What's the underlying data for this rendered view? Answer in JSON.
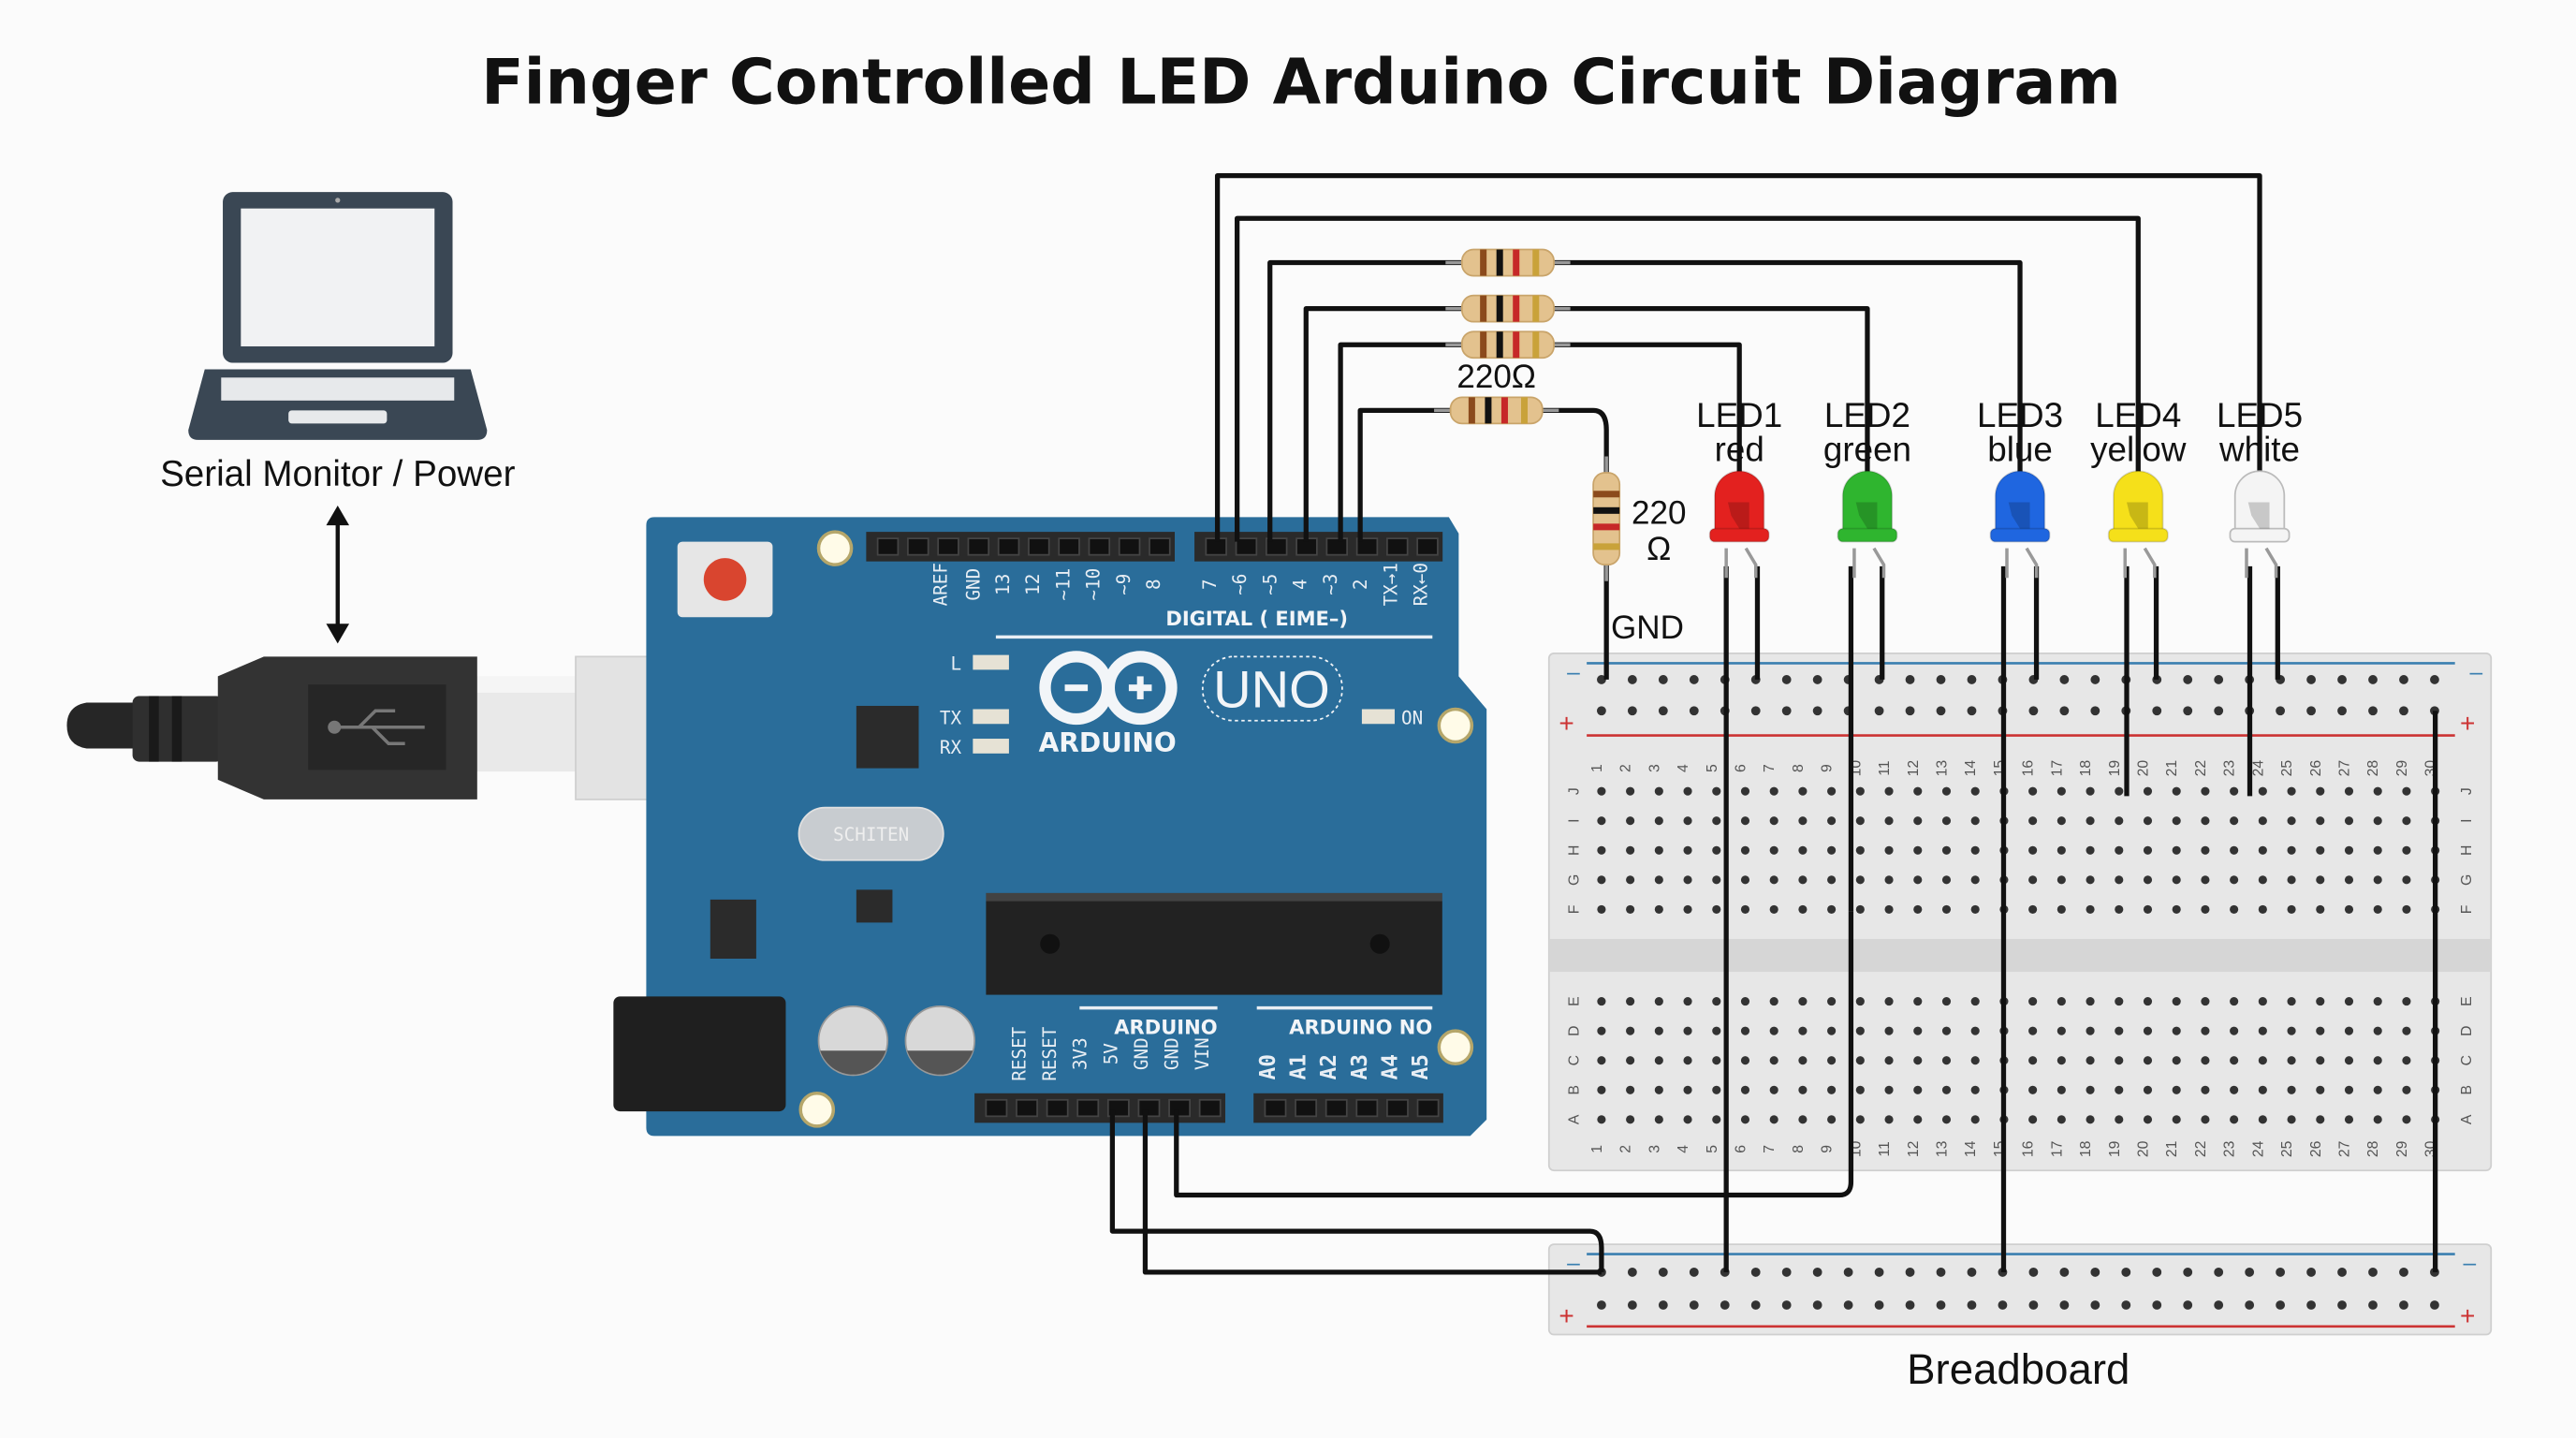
{
  "title": "Finger Controlled LED Arduino Circuit Diagram",
  "computer": {
    "label": "Serial Monitor / Power",
    "icon": "laptop-icon"
  },
  "usb": {
    "icon": "usb-icon"
  },
  "arduino": {
    "brand": "ARDUINO",
    "model": "UNO",
    "digital_label": "DIGITAL ( EIME–)",
    "top_pins": [
      "AREF",
      "GND",
      "13",
      "12",
      "~11",
      "~10",
      "~9",
      "8",
      "7",
      "~6",
      "~5",
      "4",
      "~3",
      "2",
      "TX→1",
      "RX←0"
    ],
    "led_labels": {
      "l": "L",
      "tx": "TX",
      "rx": "RX",
      "on": "ON"
    },
    "reset_button_label": "SCHITEN",
    "power_header_label": "ARDUINO",
    "analog_header_label": "ARDUINO NO",
    "power_pins": [
      "RESET",
      "RESET",
      "3V3",
      "5V",
      "GND",
      "GND",
      "VIN"
    ],
    "analog_pins": [
      "A0",
      "A1",
      "A2",
      "A3",
      "A4",
      "A5"
    ],
    "color": "#2a6d9a"
  },
  "resistors": {
    "label_horizontal": "220Ω",
    "label_vertical_value": "220",
    "label_vertical_unit": "Ω"
  },
  "gnd_label": "GND",
  "leds": [
    {
      "name": "LED1",
      "color_name": "red",
      "color": "#e3211f"
    },
    {
      "name": "LED2",
      "color_name": "green",
      "color": "#2fb52f"
    },
    {
      "name": "LED3",
      "color_name": "blue",
      "color": "#1f66e0"
    },
    {
      "name": "LED4",
      "color_name": "yellow",
      "color": "#f5e01a"
    },
    {
      "name": "LED5",
      "color_name": "white",
      "color": "#f4f4f4"
    }
  ],
  "breadboard": {
    "label": "Breadboard",
    "rail_minus": "–",
    "rail_plus": "+",
    "rows_top": [
      "J",
      "I",
      "H",
      "G",
      "F"
    ],
    "rows_bottom": [
      "E",
      "D",
      "C",
      "B",
      "A"
    ],
    "columns": 30
  }
}
